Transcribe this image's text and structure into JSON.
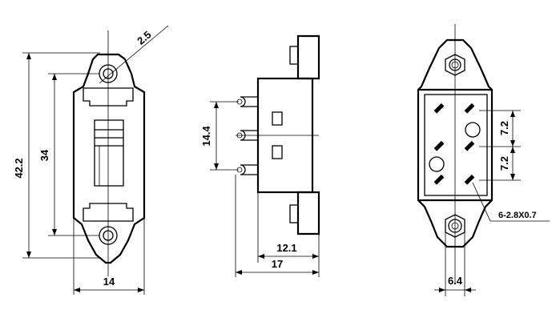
{
  "drawing": {
    "views": [
      "front-view",
      "side-view",
      "rear-view"
    ],
    "dimensions": {
      "hole_diameter": "2.5",
      "overall_height": "42.2",
      "hole_spacing": "34",
      "front_width": "14",
      "pin_span": "14.4",
      "side_depth_inner": "12.1",
      "side_depth_total": "17",
      "pin_pitch_upper": "7.2",
      "pin_pitch_lower": "7.2",
      "terminal_spec": "6-2.8X0.7",
      "rear_width": "6.4"
    }
  }
}
